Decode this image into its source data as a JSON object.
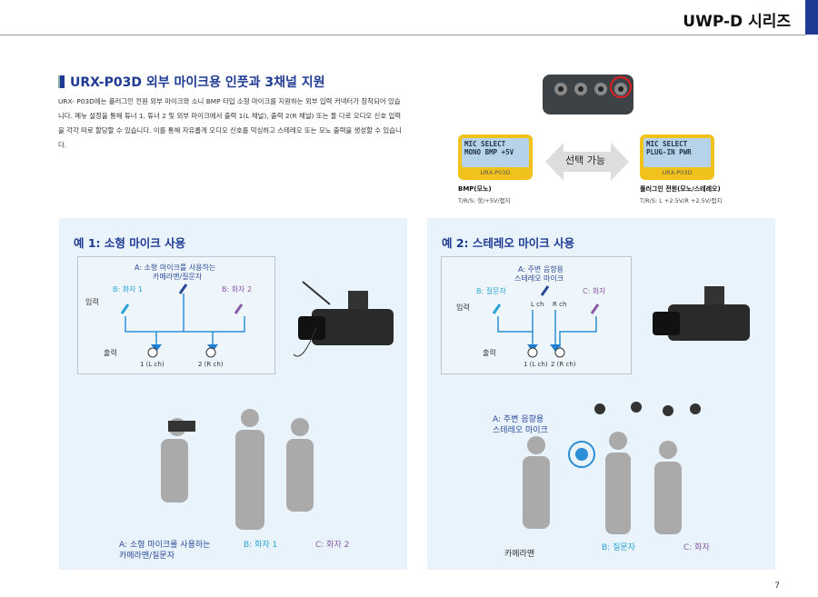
{
  "header": {
    "title": "UWP-D 시리즈"
  },
  "section": {
    "title": "URX-P03D 외부 마이크용 인풋과 3채널 지원",
    "body": "URX- P03D에는 플러그인 전원 외부 마이크와 소니 BMP 타입 소형 마이크를 지원하는 외부 입력 커넥터가 장착되어 있습니다. 메뉴 설정을 통해 튜너 1, 튜너 2 및 외부 마이크에서 출력 1(L 채널), 출력 2(R 채널) 또는 둘 다로 오디오 신호 입력을 각각 따로 할당할 수 있습니다. 이를 통해 자유롭게 오디오 신호를 믹싱하고 스테레오 또는 모노 출력을 생성할 수 있습니다."
  },
  "lcd_left": {
    "line1": "MIC SELECT",
    "line2": "MONO BMP +5V",
    "model": "URX-P03D",
    "caption": "BMP(모노)",
    "spec": "T/R/S: 핫/+5V/접지"
  },
  "lcd_right": {
    "line1": "MIC SELECT",
    "line2": "PLUG-IN PWR",
    "model": "URX-P03D",
    "caption": "플러그인 전원(모노/스테레오)",
    "spec": "T/R/S: L +2.5V/R +2.5V/접지"
  },
  "select_label": "선택 가능",
  "example1": {
    "title": "예 1: 소형 마이크 사용",
    "mic_a": "A: 소형 마이크를 사용하는",
    "mic_a2": "카메라맨/질문자",
    "mic_b1": "B: 화자 1",
    "mic_b2": "B: 화자 2",
    "input": "입력",
    "output": "출력",
    "out1": "1 (L ch)",
    "out2": "2 (R ch)",
    "scene": {
      "a": "A: 소형 마이크를 사용하는",
      "a2": "카메라맨/질문자",
      "b": "B: 화자 1",
      "c": "C: 화자 2"
    }
  },
  "example2": {
    "title": "예 2: 스테레오 마이크 사용",
    "mic_a": "A: 주변 음향용",
    "mic_a2": "스테레오 마이크",
    "mic_b": "B: 질문자",
    "mic_c": "C: 화자",
    "lch": "L ch",
    "rch": "R ch",
    "input": "입력",
    "output": "출력",
    "out1": "1 (L ch)",
    "out2": "2 (R ch)",
    "scene": {
      "a": "A: 주변 음향용",
      "a2": "스테레오 마이크",
      "cam": "카메라맨",
      "b": "B: 질문자",
      "c": "C: 화자"
    }
  },
  "page_number": "7",
  "colors": {
    "navy": "#1f3a93",
    "panel": "#e8f3fb",
    "arrow": "#1e7fd0"
  }
}
